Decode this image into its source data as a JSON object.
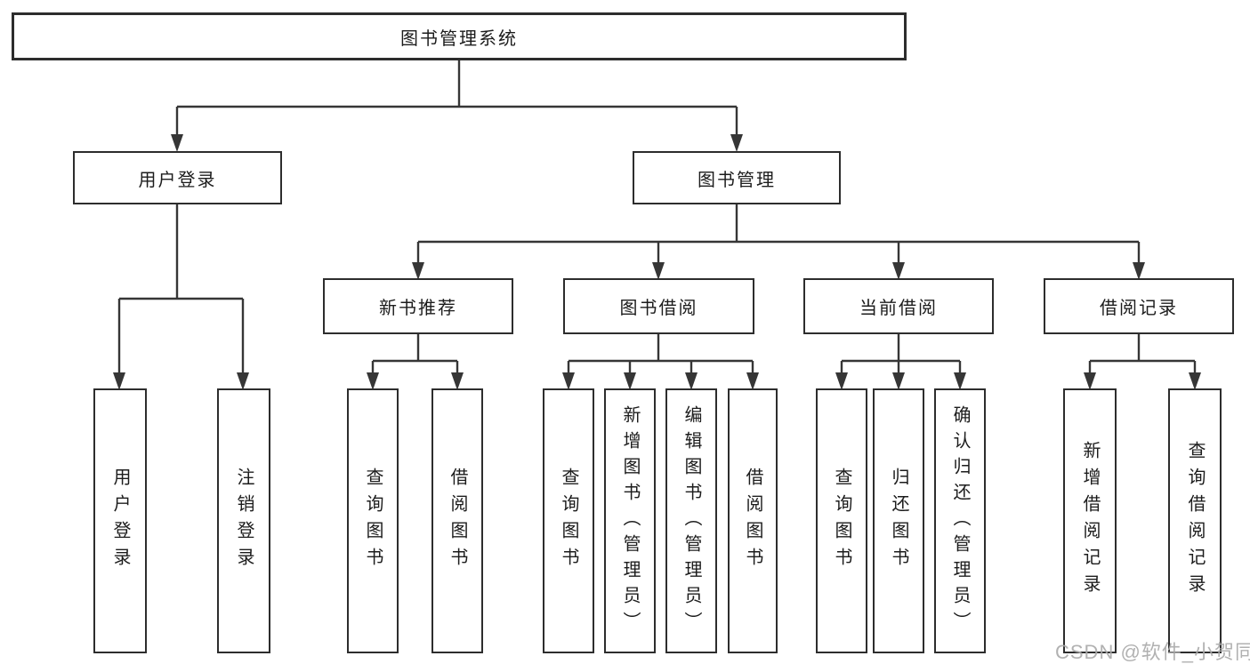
{
  "tree": {
    "root": "图书管理系统",
    "level2": [
      "用户登录",
      "图书管理"
    ],
    "level3": [
      "新书推荐",
      "图书借阅",
      "当前借阅",
      "借阅记录"
    ],
    "leaves_login": [
      "用户登录",
      "注销登录"
    ],
    "leaves_newbook": [
      "查询图书",
      "借阅图书"
    ],
    "leaves_borrow": [
      "查询图书",
      "新增图书（管理员）",
      "编辑图书（管理员）",
      "借阅图书"
    ],
    "leaves_current": [
      "查询图书",
      "归还图书",
      "确认归还（管理员）"
    ],
    "leaves_records": [
      "新增借阅记录",
      "查询借阅记录"
    ]
  },
  "page": {
    "watermark": "CSDN @软件_小贺同学"
  },
  "colors": {
    "line": "#363636",
    "border": "#2d2d2d",
    "text": "#1c1c1c",
    "watermark": "#ababab"
  }
}
